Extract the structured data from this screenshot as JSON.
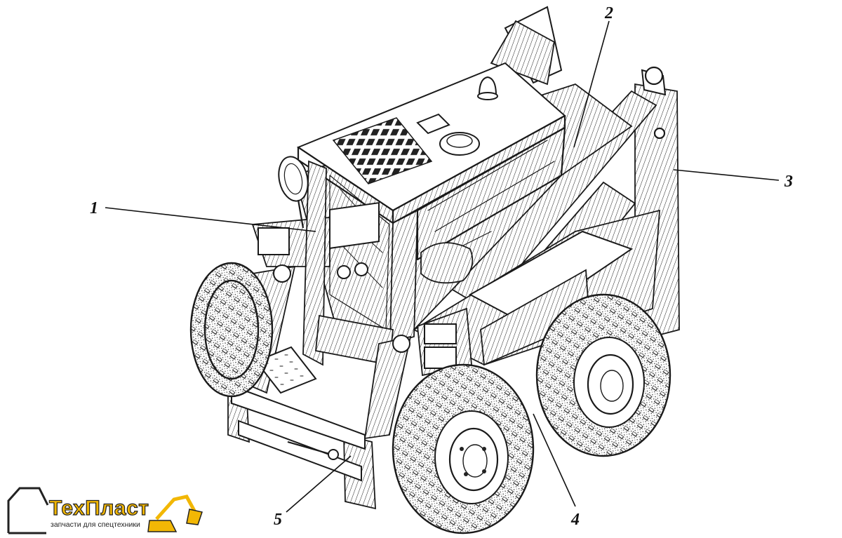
{
  "callouts": [
    {
      "id": "1",
      "label": "1"
    },
    {
      "id": "2",
      "label": "2"
    },
    {
      "id": "3",
      "label": "3"
    },
    {
      "id": "4",
      "label": "4"
    },
    {
      "id": "5",
      "label": "5"
    }
  ],
  "logo": {
    "name": "ТехПласт",
    "tagline": "запчасти для спецтехники",
    "accent_color": "#f2b705",
    "icon": "excavator-icon"
  }
}
